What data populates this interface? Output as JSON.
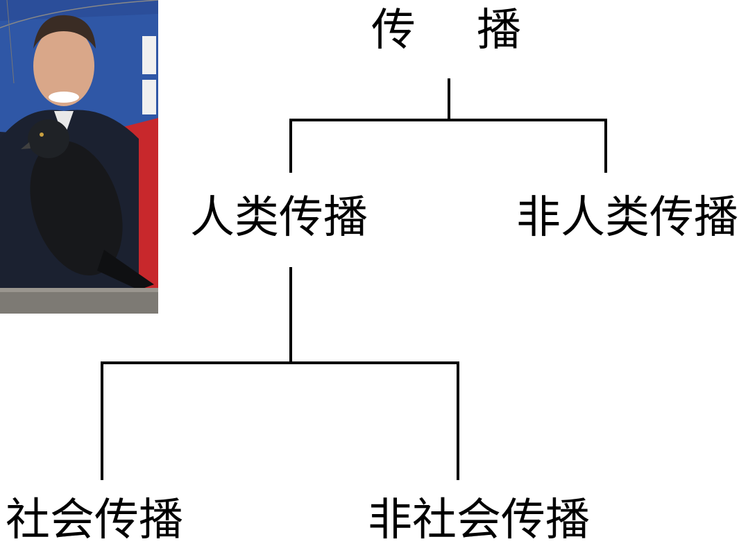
{
  "diagram": {
    "root": {
      "label_a": "传",
      "label_b": "播"
    },
    "level1": [
      {
        "label": "人类传播"
      },
      {
        "label": "非人类传播"
      }
    ],
    "level2": [
      {
        "label": "社会传播"
      },
      {
        "label": "非社会传播"
      }
    ]
  },
  "photo": {
    "description_icon": "pigeon-poster-photo"
  },
  "colors": {
    "lines": "#000000",
    "text": "#000000",
    "background": "#ffffff"
  }
}
